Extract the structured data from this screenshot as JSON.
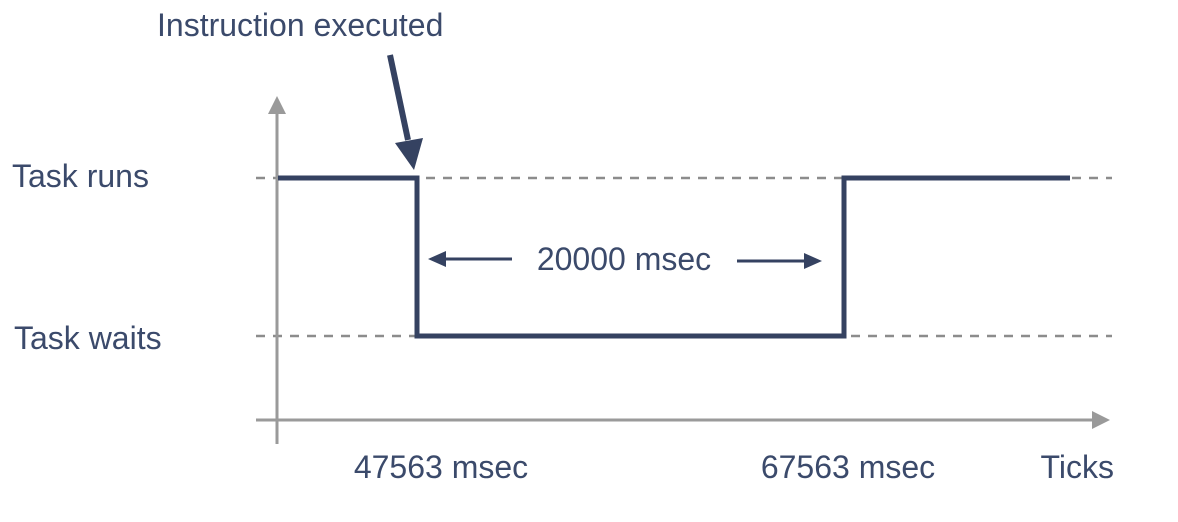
{
  "annotation": "Instruction executed",
  "states": {
    "high": "Task runs",
    "low": "Task waits"
  },
  "interval_label": "20000 msec",
  "x_axis": {
    "label": "Ticks",
    "ticks": [
      "47563 msec",
      "67563 msec"
    ]
  },
  "colors": {
    "signal": "#354261",
    "text": "#3b4a6b",
    "axis": "#9a9a9a",
    "guide": "#8c8c8c"
  }
}
